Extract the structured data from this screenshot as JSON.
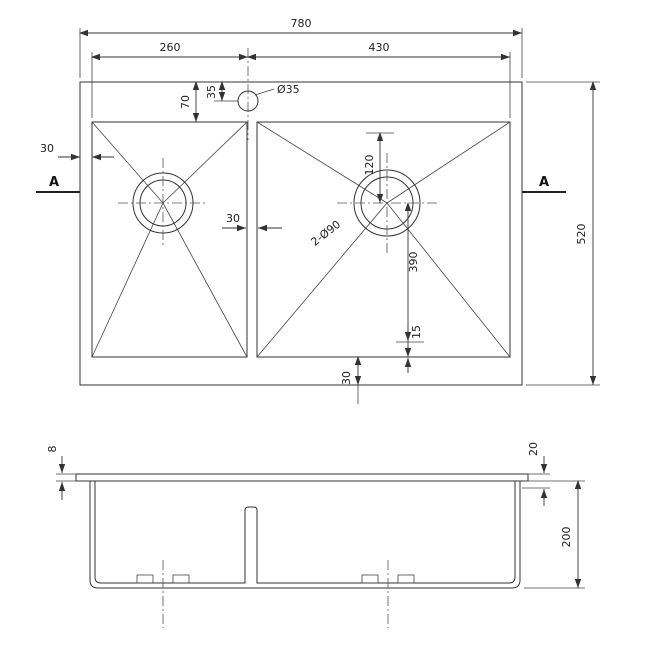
{
  "drawing": {
    "top_view": {
      "overall_width": "780",
      "overall_depth": "520",
      "left_bowl_width": "260",
      "right_bowl_width": "430",
      "rim_to_bowl": "70",
      "faucet_center_offset": "35",
      "faucet_hole_dia": "Ø35",
      "left_rim": "30",
      "divider_width": "30",
      "drain_offset": "120",
      "drain_to_front": "390",
      "inner_step": "15",
      "front_rim": "30",
      "drain_note": "2-Ø90",
      "section_label_left": "A",
      "section_label_right": "A"
    },
    "section_view": {
      "flange_thickness": "8",
      "rim_drop": "20",
      "bowl_depth": "200"
    }
  }
}
